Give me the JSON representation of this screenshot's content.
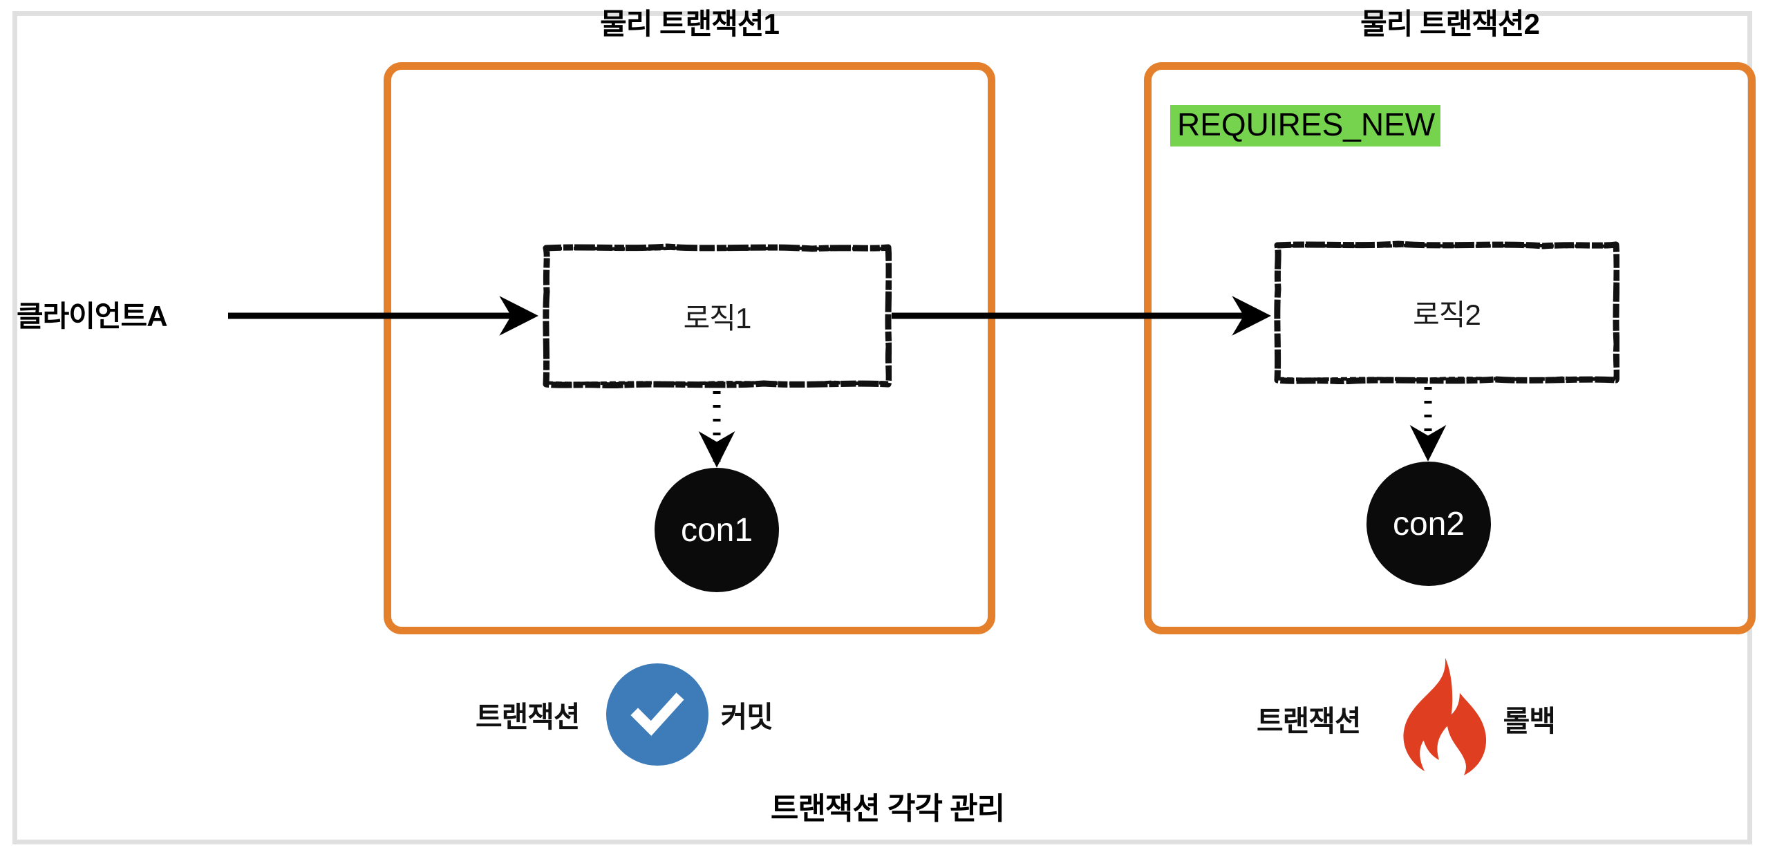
{
  "diagram": {
    "caption": "트랜잭션 각각 관리",
    "colors": {
      "transaction_boundary": "#e4802c",
      "requires_new_highlight": "#76d34d",
      "commit_badge": "#3d7cb9",
      "rollback_flame": "#e03e21",
      "connection_circle": "#0b0b0b",
      "frame": "#e0e0e0"
    },
    "client": {
      "label": "클라이언트A"
    },
    "transactions": [
      {
        "title": "물리 트랜잭션1",
        "badge": null,
        "logic": {
          "label": "로직1"
        },
        "connection": {
          "label": "con1"
        },
        "outcome": {
          "prefix": "트랜잭션",
          "icon": "check-circle-icon",
          "suffix": "커밋"
        }
      },
      {
        "title": "물리 트랜잭션2",
        "badge": "REQUIRES_NEW",
        "logic": {
          "label": "로직2"
        },
        "connection": {
          "label": "con2"
        },
        "outcome": {
          "prefix": "트랜잭션",
          "icon": "flame-icon",
          "suffix": "롤백"
        }
      }
    ]
  }
}
